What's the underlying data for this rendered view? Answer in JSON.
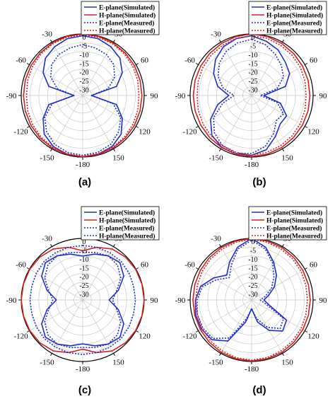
{
  "chart_data": [
    {
      "type": "polar-line",
      "label": "(a)",
      "theta_ticks": [
        "0",
        "30",
        "60",
        "90",
        "120",
        "150",
        "-180",
        "-150",
        "-120",
        "-90",
        "-60",
        "-30"
      ],
      "r_ticks": [
        "0",
        "-5",
        "-10",
        "-15",
        "-20",
        "-25",
        "-30"
      ],
      "rlim": [
        -35,
        0
      ],
      "angles": [
        0,
        15,
        30,
        45,
        60,
        75,
        90,
        105,
        120,
        135,
        150,
        165,
        180,
        195,
        210,
        225,
        240,
        255,
        270,
        285,
        300,
        315,
        330,
        345
      ],
      "series": [
        {
          "name": "E-plane(Simulated)",
          "color": "#1f2fc8",
          "dash": "solid",
          "values": [
            -1,
            -1.5,
            -3,
            -5,
            -9,
            -15,
            -30,
            -15,
            -9,
            -4,
            -1.5,
            -0.5,
            0,
            -0.5,
            -1.5,
            -4,
            -9,
            -15,
            -30,
            -15,
            -9,
            -5,
            -3,
            -1.5
          ]
        },
        {
          "name": "H-plane(Simulated)",
          "color": "#d42020",
          "dash": "solid",
          "values": [
            0,
            -0.2,
            -0.5,
            -0.8,
            -1,
            -1.2,
            -1.3,
            -1.2,
            -1,
            -0.8,
            -0.5,
            -0.3,
            -0.2,
            -0.3,
            -0.5,
            -0.8,
            -1,
            -1.2,
            -1.3,
            -1.2,
            -1,
            -0.8,
            -0.5,
            -0.2
          ]
        },
        {
          "name": "E-plane(Measured)",
          "color": "#1f2fc8",
          "dash": "dotted",
          "values": [
            -6,
            -7,
            -8,
            -10,
            -14,
            -20,
            -30,
            -17,
            -10,
            -6,
            -3,
            -1.5,
            -1,
            -1.5,
            -3,
            -6,
            -10,
            -17,
            -30,
            -20,
            -14,
            -10,
            -8,
            -7
          ]
        },
        {
          "name": "H-plane(Measured)",
          "color": "#d42020",
          "dash": "dotted",
          "values": [
            -0.5,
            -0.7,
            -1,
            -1.5,
            -2,
            -2.5,
            -3,
            -2.5,
            -2,
            -1.5,
            -1,
            -0.7,
            -0.5,
            -0.7,
            -1,
            -1.5,
            -2,
            -2.5,
            -3,
            -2.5,
            -2,
            -1.5,
            -1,
            -0.7
          ]
        }
      ]
    },
    {
      "type": "polar-line",
      "label": "(b)",
      "theta_ticks": [
        "0",
        "30",
        "60",
        "90",
        "120",
        "150",
        "-180",
        "-150",
        "-120",
        "-90",
        "-60",
        "-30"
      ],
      "r_ticks": [
        "0",
        "-5",
        "-10",
        "-15",
        "-20",
        "-25",
        "-30"
      ],
      "rlim": [
        -35,
        0
      ],
      "angles": [
        0,
        15,
        30,
        45,
        60,
        75,
        90,
        105,
        120,
        135,
        150,
        165,
        180,
        195,
        210,
        225,
        240,
        255,
        270,
        285,
        300,
        315,
        330,
        345
      ],
      "series": [
        {
          "name": "E-plane(Simulated)",
          "color": "#1f2fc8",
          "dash": "solid",
          "values": [
            -1,
            -3,
            -5,
            -8,
            -10,
            -15,
            -28,
            -18,
            -12,
            -12,
            -8,
            -3,
            -1,
            -0.5,
            -1,
            -3,
            -8,
            -15,
            -22,
            -15,
            -10,
            -6,
            -3,
            -1.5
          ]
        },
        {
          "name": "H-plane(Simulated)",
          "color": "#d42020",
          "dash": "solid",
          "values": [
            0,
            -0.3,
            -0.8,
            -1.2,
            -1.5,
            -1.7,
            -1.8,
            -1.7,
            -1.5,
            -1.2,
            -0.8,
            -0.5,
            -0.3,
            -0.5,
            -0.8,
            -1.2,
            -1.5,
            -1.7,
            -1.8,
            -1.7,
            -1.5,
            -1.2,
            -0.8,
            -0.3
          ]
        },
        {
          "name": "E-plane(Measured)",
          "color": "#1f2fc8",
          "dash": "dotted",
          "values": [
            -3,
            -5,
            -8,
            -11,
            -14,
            -20,
            -30,
            -20,
            -14,
            -15,
            -10,
            -5,
            -2,
            -1,
            -2,
            -5,
            -10,
            -18,
            -25,
            -18,
            -13,
            -9,
            -6,
            -4
          ]
        },
        {
          "name": "H-plane(Measured)",
          "color": "#d42020",
          "dash": "dotted",
          "values": [
            -1,
            -1.3,
            -2,
            -2.5,
            -3,
            -3.5,
            -4,
            -3.5,
            -3,
            -2.5,
            -2,
            -1.5,
            -1,
            -1.5,
            -2,
            -2.5,
            -3,
            -3.5,
            -4,
            -3.5,
            -3,
            -2.5,
            -2,
            -1.3
          ]
        }
      ]
    },
    {
      "type": "polar-line",
      "label": "(c)",
      "theta_ticks": [
        "0",
        "30",
        "60",
        "90",
        "120",
        "150",
        "-180",
        "-150",
        "-120",
        "-90",
        "-60",
        "-30"
      ],
      "r_ticks": [
        "0",
        "-5",
        "-10",
        "-15",
        "-20",
        "-25",
        "-30"
      ],
      "rlim": [
        -35,
        0
      ],
      "angles": [
        0,
        15,
        30,
        45,
        60,
        75,
        90,
        105,
        120,
        135,
        150,
        165,
        180,
        195,
        210,
        225,
        240,
        255,
        270,
        285,
        300,
        315,
        330,
        345
      ],
      "series": [
        {
          "name": "E-plane(Simulated)",
          "color": "#1f2fc8",
          "dash": "solid",
          "values": [
            -10,
            -8,
            -6,
            -5,
            -8,
            -14,
            -20,
            -14,
            -8,
            -5,
            -6,
            -8,
            -10,
            -8,
            -6,
            -5,
            -8,
            -14,
            -20,
            -14,
            -8,
            -5,
            -6,
            -8
          ]
        },
        {
          "name": "H-plane(Simulated)",
          "color": "#d42020",
          "dash": "solid",
          "values": [
            -7,
            -4,
            -1.5,
            -0.5,
            -0.2,
            -0.1,
            0,
            -0.1,
            -0.2,
            -0.5,
            -1.5,
            -4,
            -7,
            -4,
            -1.5,
            -0.5,
            -0.2,
            -0.1,
            0,
            -0.1,
            -0.2,
            -0.5,
            -1.5,
            -4
          ]
        },
        {
          "name": "E-plane(Measured)",
          "color": "#1f2fc8",
          "dash": "dotted",
          "values": [
            -8,
            -7,
            -6,
            -7,
            -10,
            -15,
            -18,
            -15,
            -10,
            -7,
            -6,
            -7,
            -8,
            -7,
            -6,
            -7,
            -10,
            -15,
            -18,
            -15,
            -10,
            -7,
            -6,
            -7
          ]
        },
        {
          "name": "H-plane(Measured)",
          "color": "#1f2fc8",
          "dash": "dotted",
          "values": [
            -4,
            -4,
            -4,
            -4,
            -4.5,
            -5,
            -5,
            -5,
            -4.5,
            -4,
            -4,
            -4,
            -4,
            -4,
            -4,
            -4,
            -4.5,
            -5,
            -5,
            -5,
            -4.5,
            -4,
            -4,
            -4
          ]
        }
      ]
    },
    {
      "type": "polar-line",
      "label": "(d)",
      "theta_ticks": [
        "0",
        "30",
        "60",
        "90",
        "120",
        "150",
        "-180",
        "-150",
        "-120",
        "-90",
        "-60",
        "-30"
      ],
      "r_ticks": [
        "0",
        "-5",
        "-10",
        "-15",
        "-20",
        "-25",
        "-30"
      ],
      "rlim": [
        -35,
        0
      ],
      "angles": [
        0,
        15,
        30,
        45,
        60,
        75,
        90,
        105,
        120,
        135,
        150,
        165,
        180,
        195,
        210,
        225,
        240,
        255,
        270,
        285,
        300,
        315,
        330,
        345
      ],
      "series": [
        {
          "name": "E-plane(Simulated)",
          "color": "#1f2fc8",
          "dash": "solid",
          "values": [
            0,
            -4,
            -10,
            -15,
            -20,
            -25,
            -28,
            -25,
            -12,
            -10,
            -15,
            -22,
            -30,
            -22,
            -8,
            -3,
            -2,
            -2,
            -3,
            -5,
            -10,
            -15,
            -10,
            -4
          ]
        },
        {
          "name": "H-plane(Simulated)",
          "color": "#d42020",
          "dash": "solid",
          "values": [
            0,
            -0.3,
            -0.6,
            -1,
            -1.3,
            -1.5,
            -1.6,
            -1.5,
            -1.3,
            -1,
            -0.6,
            -0.4,
            -0.3,
            -0.4,
            -0.6,
            -1,
            -1.3,
            -1.5,
            -1.6,
            -1.5,
            -1.3,
            -1,
            -0.6,
            -0.3
          ]
        },
        {
          "name": "E-plane(Measured)",
          "color": "#1f2fc8",
          "dash": "dotted",
          "values": [
            -1,
            -5,
            -11,
            -17,
            -22,
            -27,
            -30,
            -27,
            -14,
            -12,
            -17,
            -24,
            -30,
            -24,
            -10,
            -4,
            -3,
            -3,
            -4,
            -6,
            -12,
            -17,
            -12,
            -5
          ]
        },
        {
          "name": "H-plane(Measured)",
          "color": "#d42020",
          "dash": "dotted",
          "values": [
            -0.5,
            -1,
            -1.5,
            -2,
            -2.5,
            -3,
            -3.2,
            -3,
            -2.5,
            -2,
            -1.5,
            -1,
            -0.8,
            -1,
            -1.5,
            -2,
            -2.5,
            -3,
            -3.2,
            -3,
            -2.5,
            -2,
            -1.5,
            -1
          ]
        }
      ]
    }
  ]
}
